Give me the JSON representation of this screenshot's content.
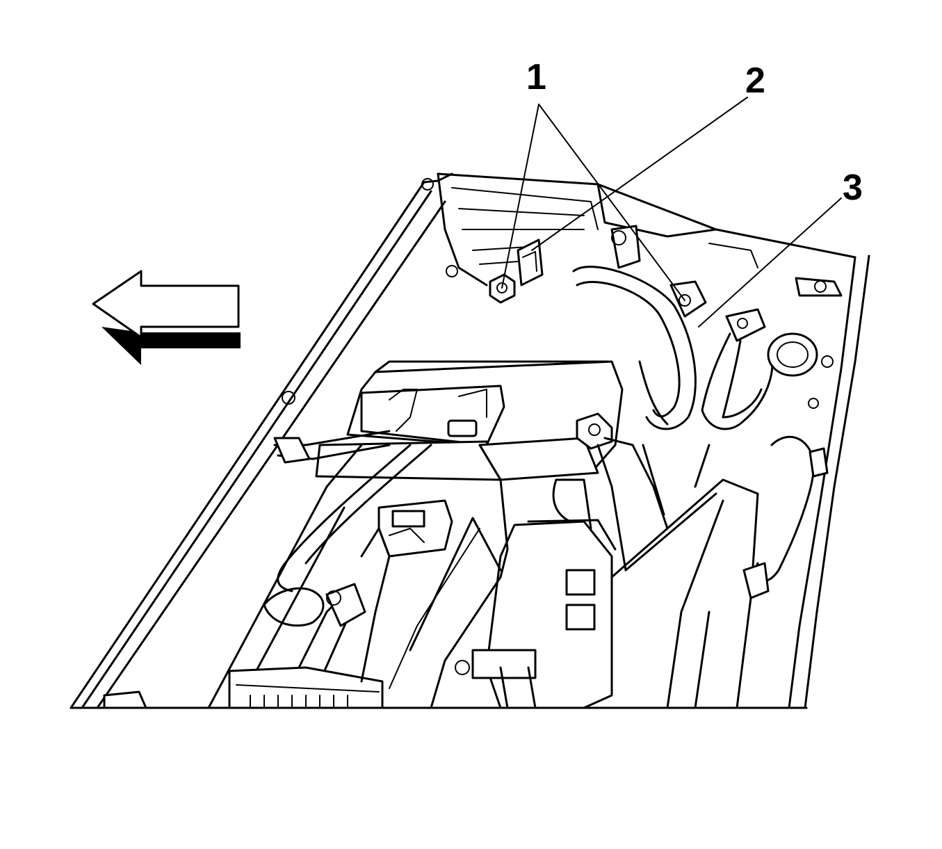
{
  "callouts": [
    {
      "id": "1",
      "label": "1"
    },
    {
      "id": "2",
      "label": "2"
    },
    {
      "id": "3",
      "label": "3"
    }
  ],
  "icons": {
    "direction_arrow": "arrow-left-icon"
  },
  "colors": {
    "line": "#000000",
    "background": "#ffffff"
  }
}
